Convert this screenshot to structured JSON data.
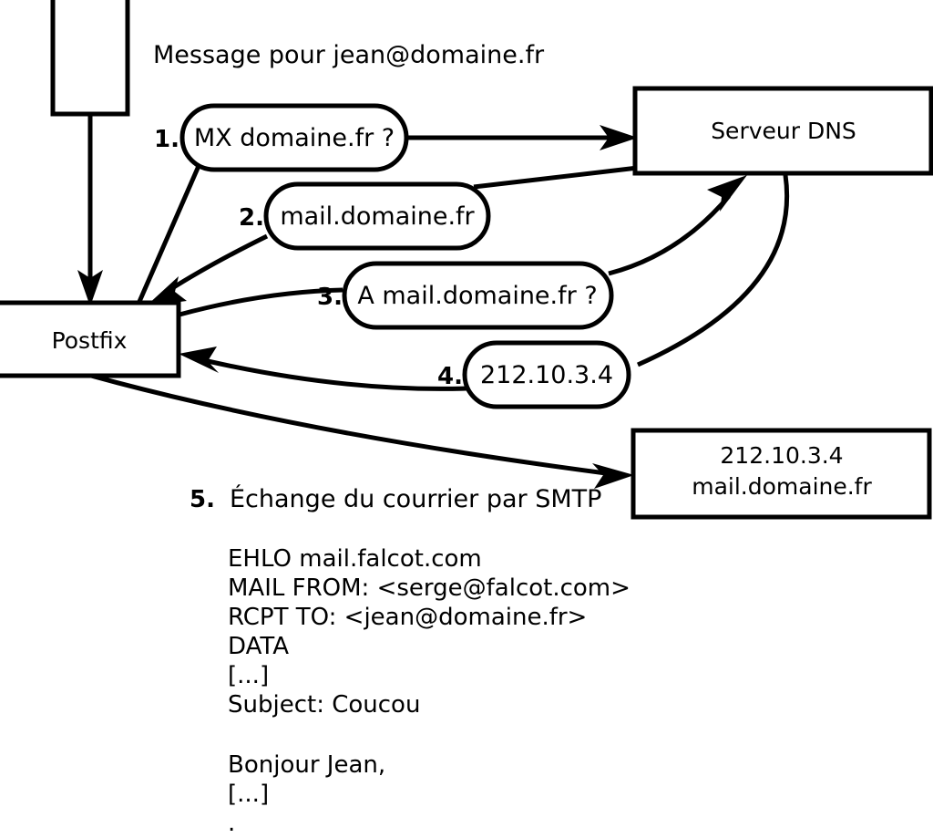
{
  "diagram": {
    "title_text": "Message pour jean@domaine.fr",
    "nodes": {
      "client_box": {
        "label": ""
      },
      "postfix_box": {
        "label": "Postfix"
      },
      "dns_box": {
        "label": "Serveur DNS"
      },
      "target_box": {
        "line1": "212.10.3.4",
        "line2": "mail.domaine.fr"
      }
    },
    "steps": [
      {
        "number": "1.",
        "label": "MX domaine.fr ?"
      },
      {
        "number": "2.",
        "label": "mail.domaine.fr"
      },
      {
        "number": "3.",
        "label": "A mail.domaine.fr ?"
      },
      {
        "number": "4.",
        "label": "212.10.3.4"
      }
    ],
    "step5": {
      "number": "5.",
      "label": "Échange du courrier par SMTP"
    },
    "smtp_transcript": [
      "EHLO mail.falcot.com",
      "MAIL FROM: <serge@falcot.com>",
      "RCPT TO: <jean@domaine.fr>",
      "DATA",
      "[...]",
      "Subject: Coucou",
      "",
      "Bonjour Jean,",
      "[...]",
      "."
    ],
    "colors": {
      "stroke": "#000000",
      "background": "#ffffff",
      "text": "#000000"
    }
  }
}
